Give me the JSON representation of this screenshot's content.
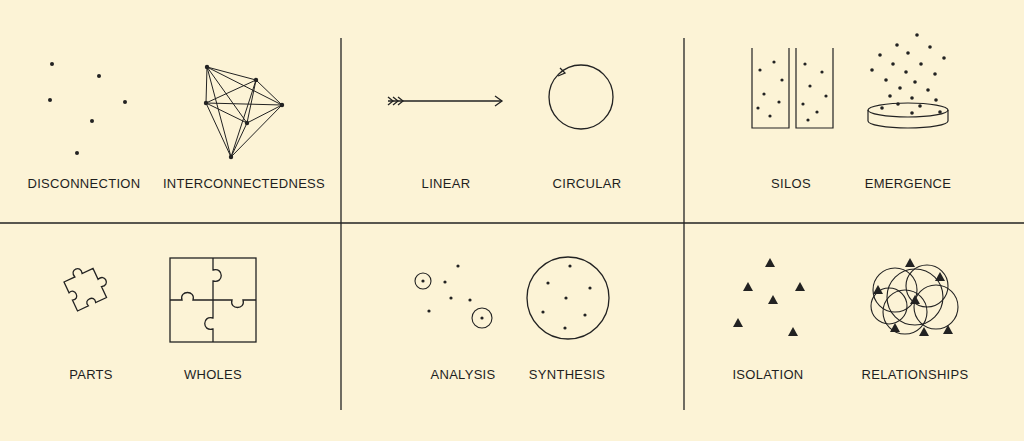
{
  "diagram": {
    "labels": [
      "DISCONNECTION",
      "INTERCONNECTEDNESS",
      "LINEAR",
      "CIRCULAR",
      "SILOS",
      "EMERGENCE",
      "PARTS",
      "WHOLES",
      "ANALYSIS",
      "SYNTHESIS",
      "ISOLATION",
      "RELATIONSHIPS"
    ]
  }
}
